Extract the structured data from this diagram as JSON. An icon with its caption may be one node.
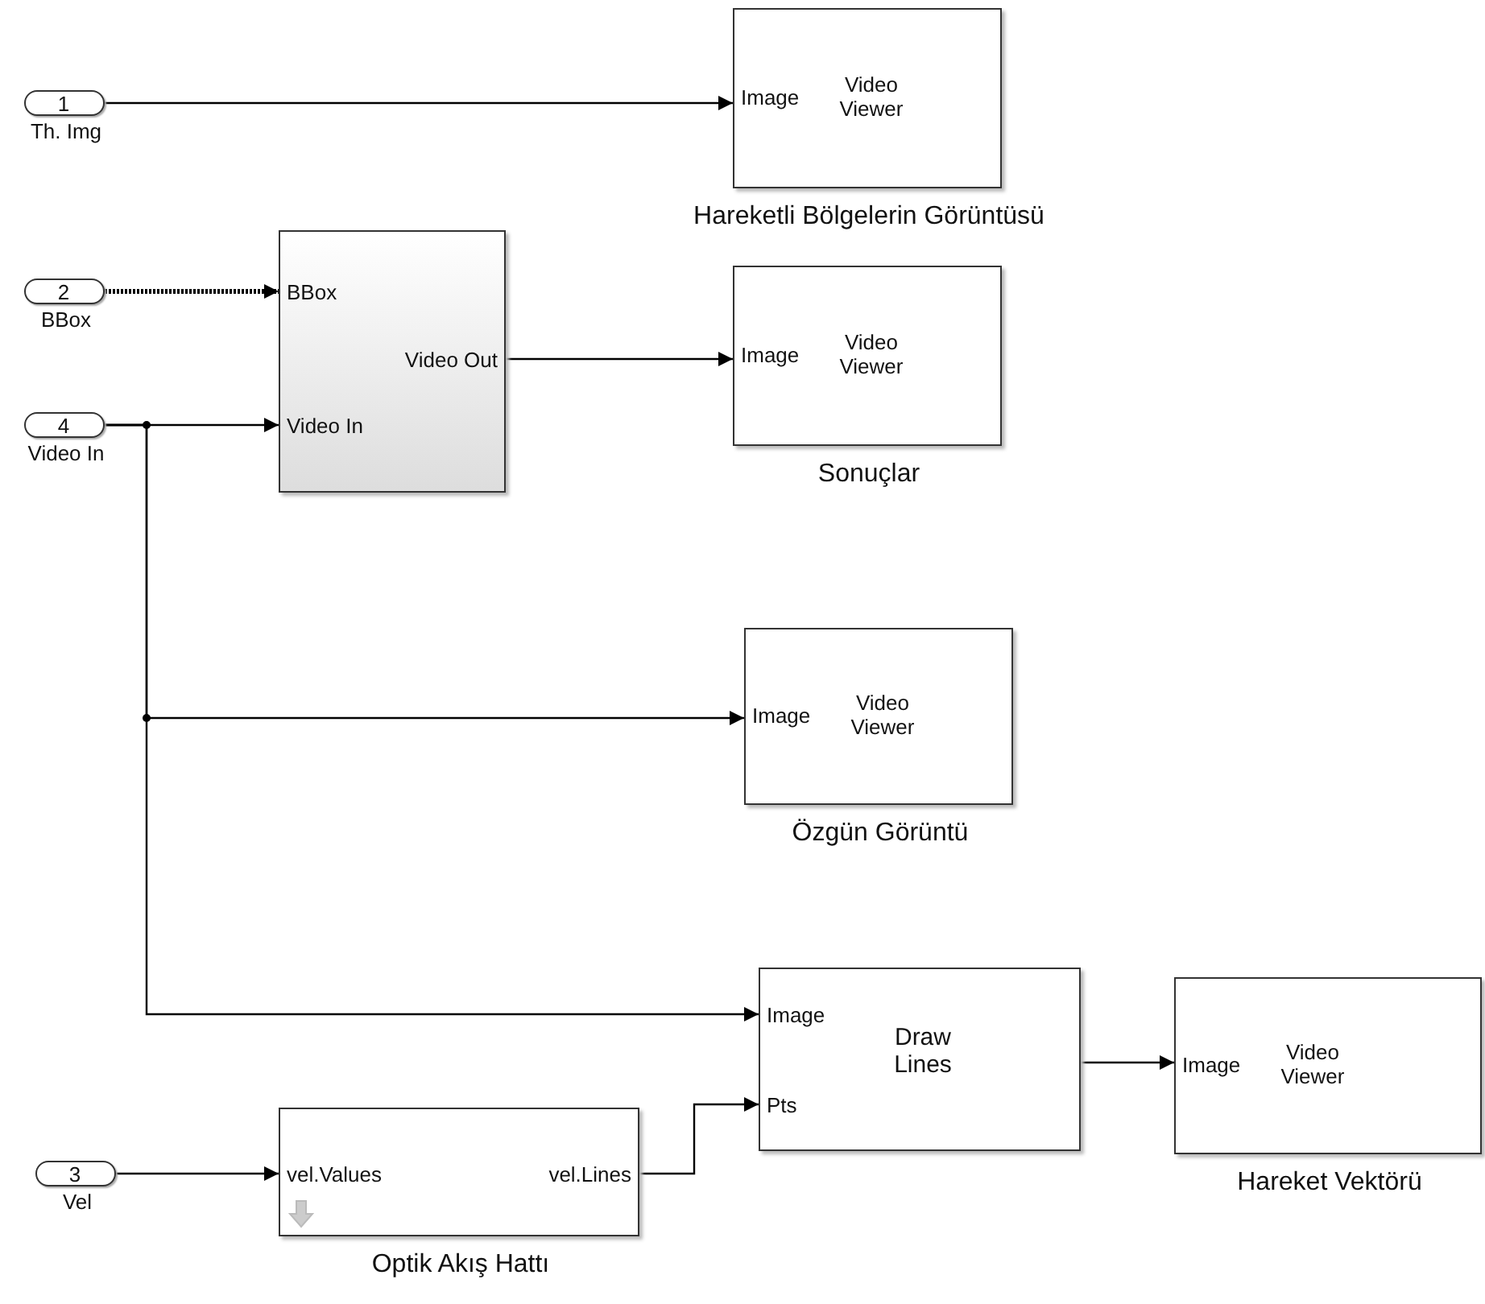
{
  "diagram": {
    "nodes": [
      {
        "text": [
          "1"
        ],
        "beside": [
          "Th. Img"
        ]
      },
      {
        "text": [
          "Image",
          "Video Viewer",
          "Hareketli Bölgelerin Görüntüsü"
        ]
      },
      {
        "text": [
          "2"
        ],
        "beside": [
          "BBox"
        ]
      },
      {
        "text": [
          "BBox",
          "Video Out",
          "Video In"
        ]
      },
      {
        "text": [
          "4"
        ],
        "beside": [
          "Video In"
        ]
      },
      {
        "text": [
          "Image",
          "Video Viewer",
          "Sonuçlar"
        ]
      },
      {
        "text": [
          "Image",
          "Video Viewer",
          "Özgün Görüntü"
        ]
      },
      {
        "text": [
          "Image",
          "Draw Lines",
          "Pts"
        ]
      },
      {
        "text": [
          "Image",
          "Video Viewer",
          "Hareket Vektörü"
        ]
      },
      {
        "text": [
          "3"
        ],
        "beside": [
          "Vel"
        ]
      },
      {
        "text": [
          "vel.Values",
          "vel.Lines",
          "Optik Akış Hattı"
        ]
      }
    ],
    "edges": [
      {
        "from": 0,
        "to": 1,
        "arrow": "to"
      },
      {
        "from": 2,
        "to": 3,
        "arrow": "to",
        "style": "dashed"
      },
      {
        "from": 4,
        "to": 3,
        "arrow": "to"
      },
      {
        "from": 3,
        "to": 5,
        "arrow": "to"
      },
      {
        "from": 4,
        "to": 6,
        "arrow": "to"
      },
      {
        "from": 4,
        "to": 7,
        "arrow": "to"
      },
      {
        "from": 7,
        "to": 8,
        "arrow": "to"
      },
      {
        "from": 9,
        "to": 10,
        "arrow": "to"
      },
      {
        "from": 10,
        "to": 7,
        "arrow": "to"
      }
    ]
  }
}
